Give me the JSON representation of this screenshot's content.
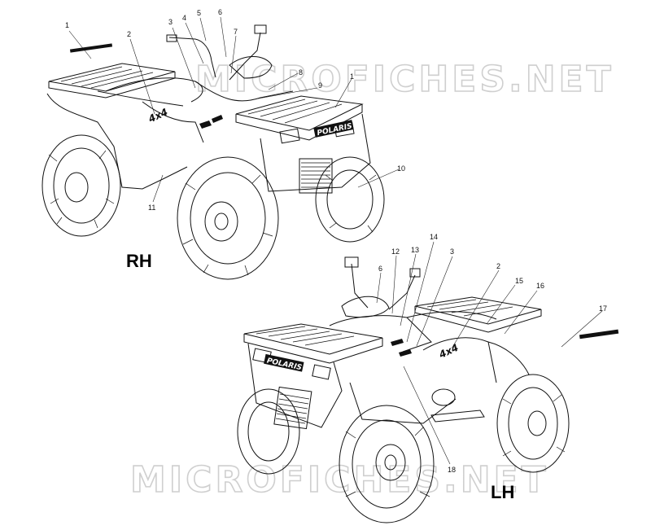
{
  "diagram": {
    "views": [
      {
        "id": "rh",
        "label": "RH"
      },
      {
        "id": "lh",
        "label": "LH"
      }
    ],
    "watermarks": [
      "MICROFICHES.NET",
      "MICROFICHES.NET"
    ],
    "callouts_rh": [
      "1",
      "2",
      "3",
      "4",
      "5",
      "6",
      "7",
      "8",
      "9",
      "1",
      "10",
      "11"
    ],
    "callouts_lh": [
      "12",
      "13",
      "14",
      "3",
      "6",
      "2",
      "15",
      "16",
      "17",
      "18"
    ],
    "decals": {
      "brand": "POLARIS",
      "model_logo": "4x4"
    }
  }
}
